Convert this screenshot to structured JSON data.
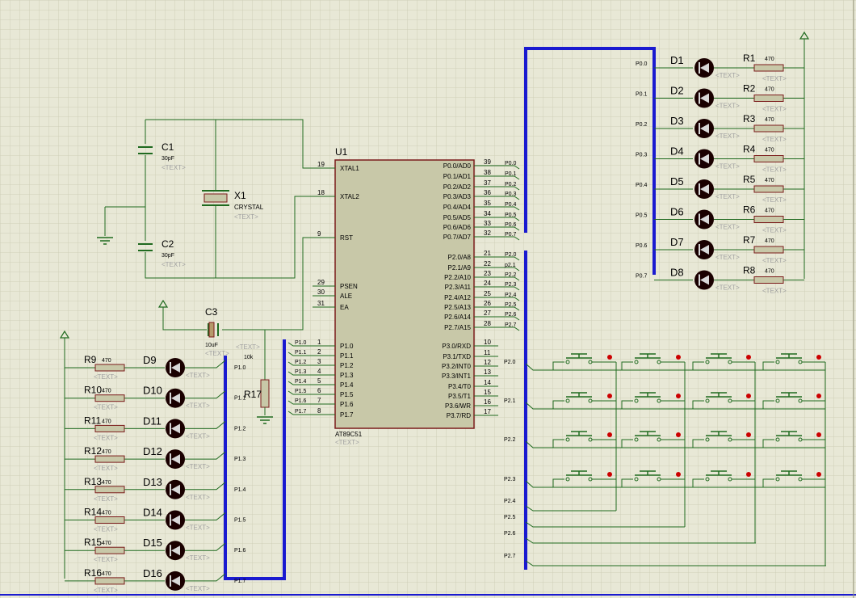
{
  "colors": {
    "background": "#e8e8d6",
    "grid": "#cfcfb8",
    "wire": "#1f6a1f",
    "bus": "#1a1ad0",
    "component_body": "#c8c8a8",
    "component_outline": "#7a1a1a",
    "led_body": "#1a0000",
    "button_dot": "#cc0000"
  },
  "placeholder": "<TEXT>",
  "mcu": {
    "ref": "U1",
    "part": "AT89C51",
    "left_pins": [
      {
        "num": "19",
        "name": "XTAL1"
      },
      {
        "num": "18",
        "name": "XTAL2"
      },
      {
        "num": "9",
        "name": "RST"
      },
      {
        "num": "29",
        "name": "PSEN"
      },
      {
        "num": "30",
        "name": "ALE"
      },
      {
        "num": "31",
        "name": "EA"
      },
      {
        "num": "1",
        "name": "P1.0"
      },
      {
        "num": "2",
        "name": "P1.1"
      },
      {
        "num": "3",
        "name": "P1.2"
      },
      {
        "num": "4",
        "name": "P1.3"
      },
      {
        "num": "5",
        "name": "P1.4"
      },
      {
        "num": "6",
        "name": "P1.5"
      },
      {
        "num": "7",
        "name": "P1.6"
      },
      {
        "num": "8",
        "name": "P1.7"
      }
    ],
    "right_pins": [
      {
        "num": "39",
        "name": "P0.0/AD0"
      },
      {
        "num": "38",
        "name": "P0.1/AD1"
      },
      {
        "num": "37",
        "name": "P0.2/AD2"
      },
      {
        "num": "36",
        "name": "P0.3/AD3"
      },
      {
        "num": "35",
        "name": "P0.4/AD4"
      },
      {
        "num": "34",
        "name": "P0.5/AD5"
      },
      {
        "num": "33",
        "name": "P0.6/AD6"
      },
      {
        "num": "32",
        "name": "P0.7/AD7"
      },
      {
        "num": "21",
        "name": "P2.0/A8"
      },
      {
        "num": "22",
        "name": "P2.1/A9"
      },
      {
        "num": "23",
        "name": "P2.2/A10"
      },
      {
        "num": "24",
        "name": "P2.3/A11"
      },
      {
        "num": "25",
        "name": "P2.4/A12"
      },
      {
        "num": "26",
        "name": "P2.5/A13"
      },
      {
        "num": "27",
        "name": "P2.6/A14"
      },
      {
        "num": "28",
        "name": "P2.7/A15"
      },
      {
        "num": "10",
        "name": "P3.0/RXD"
      },
      {
        "num": "11",
        "name": "P3.1/TXD"
      },
      {
        "num": "12",
        "name": "P3.2/INT0"
      },
      {
        "num": "13",
        "name": "P3.3/INT1"
      },
      {
        "num": "14",
        "name": "P3.4/T0"
      },
      {
        "num": "15",
        "name": "P3.5/T1"
      },
      {
        "num": "16",
        "name": "P3.6/WR"
      },
      {
        "num": "17",
        "name": "P3.7/RD"
      }
    ]
  },
  "p1_pin_labels": [
    "P1.0",
    "P1.1",
    "P1.2",
    "P1.3",
    "P1.4",
    "P1.5",
    "P1.6",
    "P1.7"
  ],
  "p0_pin_labels": [
    "P0.0",
    "P0.1",
    "P0.2",
    "P0.3",
    "P0.4",
    "P0.5",
    "P0.6",
    "P0.7"
  ],
  "p2_pin_labels": [
    "P2.0",
    "P2.1",
    "P2.2",
    "P2.3",
    "P2.4",
    "P2.5",
    "P2.6",
    "P2.7"
  ],
  "p2_pin_labels_alt": [
    "P2.0",
    "p2.1",
    "P2.2",
    "P2.3",
    "P2.4",
    "P2.5",
    "P2.6",
    "P2.7"
  ],
  "right_leds": [
    {
      "diode": "D1",
      "resistor": "R1",
      "value": "470",
      "net": "P0.0"
    },
    {
      "diode": "D2",
      "resistor": "R2",
      "value": "470",
      "net": "P0.1"
    },
    {
      "diode": "D3",
      "resistor": "R3",
      "value": "470",
      "net": "P0.2"
    },
    {
      "diode": "D4",
      "resistor": "R4",
      "value": "470",
      "net": "P0.3"
    },
    {
      "diode": "D5",
      "resistor": "R5",
      "value": "470",
      "net": "P0.4"
    },
    {
      "diode": "D6",
      "resistor": "R6",
      "value": "470",
      "net": "P0.5"
    },
    {
      "diode": "D7",
      "resistor": "R7",
      "value": "470",
      "net": "P0.6"
    },
    {
      "diode": "D8",
      "resistor": "R8",
      "value": "470",
      "net": "P0.7"
    }
  ],
  "left_leds": [
    {
      "diode": "D9",
      "resistor": "R9",
      "value": "470",
      "net": "P1.0"
    },
    {
      "diode": "D10",
      "resistor": "R10",
      "value": "470",
      "net": "P1.1"
    },
    {
      "diode": "D11",
      "resistor": "R11",
      "value": "470",
      "net": "P1.2"
    },
    {
      "diode": "D12",
      "resistor": "R12",
      "value": "470",
      "net": "P1.3"
    },
    {
      "diode": "D13",
      "resistor": "R13",
      "value": "470",
      "net": "P1.4"
    },
    {
      "diode": "D14",
      "resistor": "R14",
      "value": "470",
      "net": "P1.5"
    },
    {
      "diode": "D15",
      "resistor": "R15",
      "value": "470",
      "net": "P1.6"
    },
    {
      "diode": "D16",
      "resistor": "R16",
      "value": "470",
      "net": "P1.7"
    }
  ],
  "keypad_row_labels": [
    "P2.0",
    "P2.1",
    "P2.2",
    "P2.3"
  ],
  "keypad_col_labels": [
    "P2.4",
    "P2.5",
    "P2.6",
    "P2.7"
  ],
  "components": {
    "c1": {
      "ref": "C1",
      "value": "30pF"
    },
    "c2": {
      "ref": "C2",
      "value": "30pF"
    },
    "x1": {
      "ref": "X1",
      "value": "CRYSTAL"
    },
    "c3": {
      "ref": "C3",
      "value": "10uF"
    },
    "r17": {
      "ref": "R17",
      "value": "10k"
    }
  },
  "icons": {
    "power": "power-arrow-icon",
    "ground": "ground-icon"
  }
}
